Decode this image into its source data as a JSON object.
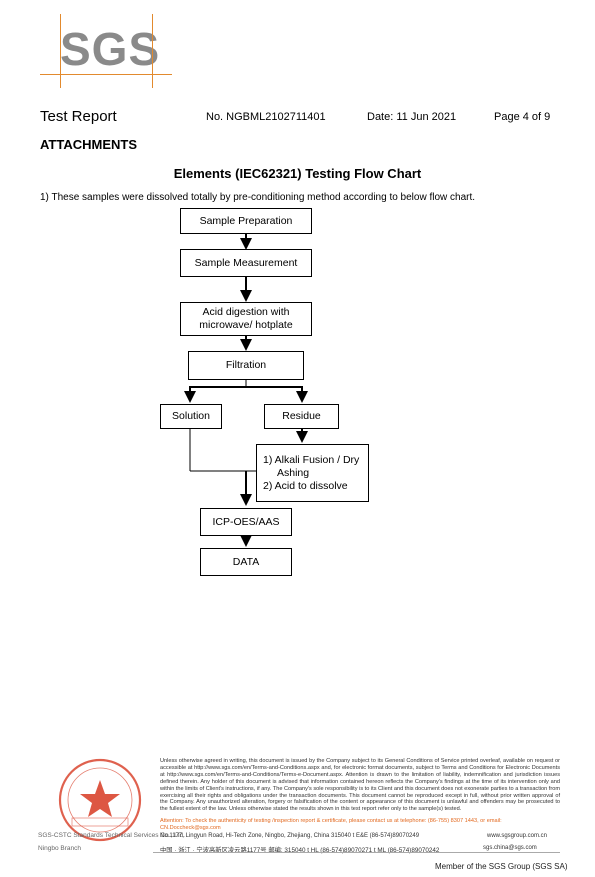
{
  "logo": {
    "text": "SGS"
  },
  "header": {
    "title": "Test Report",
    "report_no": "No. NGBML2102711401",
    "date": "Date: 11 Jun 2021",
    "page": "Page 4 of 9"
  },
  "attachments_heading": "ATTACHMENTS",
  "chart_title": "Elements (IEC62321) Testing Flow Chart",
  "intro": "1) These samples were dissolved totally by pre-conditioning method according to below flow chart.",
  "flow": {
    "sample_preparation": "Sample Preparation",
    "sample_measurement": "Sample Measurement",
    "acid_digestion_l1": "Acid digestion with",
    "acid_digestion_l2": "microwave/ hotplate",
    "filtration": "Filtration",
    "solution": "Solution",
    "residue": "Residue",
    "alkali_l1": "1) Alkali Fusion / Dry",
    "alkali_l2": "Ashing",
    "alkali_l3": "2) Acid to dissolve",
    "icp": "ICP-OES/AAS",
    "data": "DATA"
  },
  "footer": {
    "stamp_line1": "SGS-CSTC Standards Technical Services Co., Ltd.",
    "stamp_line2": "Ningbo Branch",
    "disclaimer": "Unless otherwise agreed in writing, this document is issued by the Company subject to its General Conditions of Service printed overleaf, available on request or accessible at http://www.sgs.com/en/Terms-and-Conditions.aspx and, for electronic format documents, subject to Terms and Conditions for Electronic Documents at http://www.sgs.com/en/Terms-and-Conditions/Terms-e-Document.aspx. Attention is drawn to the limitation of liability, indemnification and jurisdiction issues defined therein. Any holder of this document is advised that information contained hereon reflects the Company's findings at the time of its intervention only and within the limits of Client's instructions, if any. The Company's sole responsibility is to its Client and this document does not exonerate parties to a transaction from exercising all their rights and obligations under the transaction documents. This document cannot be reproduced except in full, without prior written approval of the Company. Any unauthorized alteration, forgery or falsification of the content or appearance of this document is unlawful and offenders may be prosecuted to the fullest extent of the law. Unless otherwise stated the results shown in this test report refer only to the sample(s) tested.",
    "attention": "Attention: To check the authenticity of testing /inspection report & certificate, please contact us at telephone: (86-755) 8307 1443, or email: CN.Doccheck@sgs.com",
    "address_en": "No.1177, Lingyun Road, Hi-Tech Zone, Ningbo, Zhejiang, China 315040    t E&E (86-574)89070249",
    "address_cn": "中国 · 浙江 · 宁波高新区凌云路1177号    邮编: 315040    t HL (86-574)89070271    t ML (86-574)89070242",
    "web1": "www.sgsgroup.com.cn",
    "web2": "sgs.china@sgs.com",
    "member": "Member of the SGS Group (SGS SA)"
  }
}
